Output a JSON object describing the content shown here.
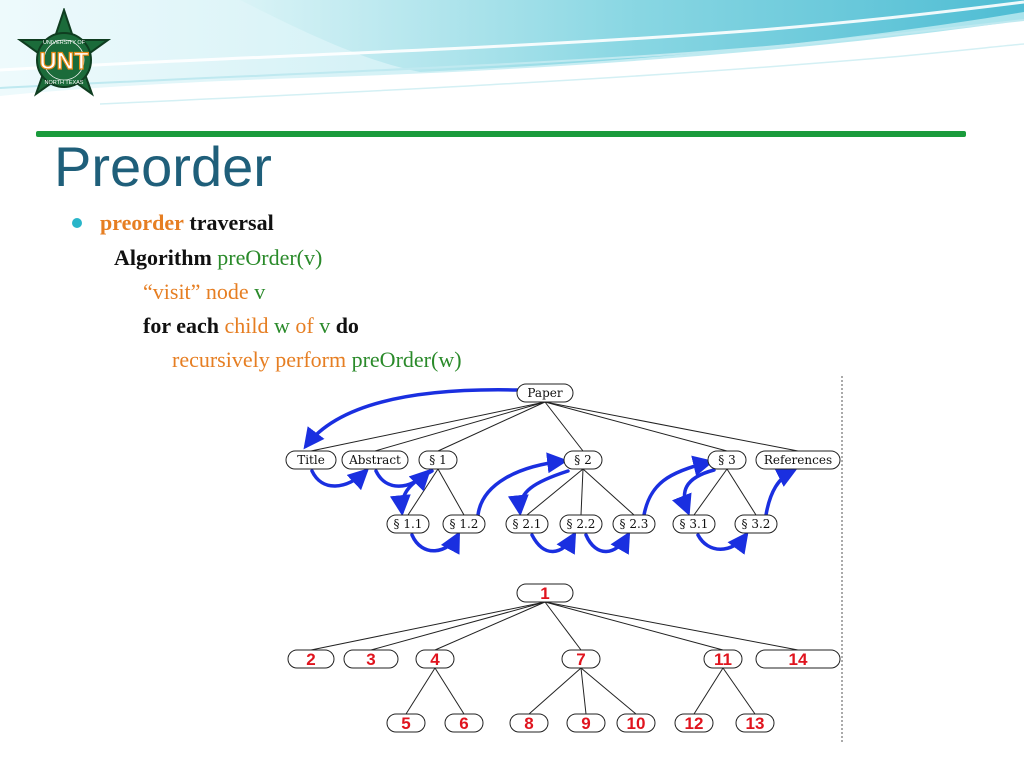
{
  "slide": {
    "title": "Preorder",
    "bullet": {
      "term": "preorder",
      "rest": "traversal"
    },
    "algorithm": {
      "keyword": "Algorithm",
      "signature": "preOrder(v)",
      "visit_text": "“visit” node",
      "visit_var": "v",
      "for_each": "for each",
      "child": "child",
      "w": "w",
      "of": "of",
      "v": "v",
      "do": "do",
      "recursive_text": "recursively perform",
      "recursive_call": "preOrder(w)"
    }
  },
  "logo": {
    "text": "UNT",
    "ring_top": "UNIVERSITY OF",
    "ring_bottom": "NORTH TEXAS"
  },
  "colors": {
    "title": "#1f5f7a",
    "rule": "#1a9b3c",
    "bullet": "#29b5c9",
    "keyword_orange": "#e67e22",
    "keyword_green": "#2a8a2a",
    "arrow_blue": "#1a2fe0",
    "number_red": "#e0141e"
  },
  "doc_tree": {
    "root": "Paper",
    "level1": [
      "Title",
      "Abstract",
      "§ 1",
      "§ 2",
      "§ 3",
      "References"
    ],
    "level2": [
      "§ 1.1",
      "§ 1.2",
      "§ 2.1",
      "§ 2.2",
      "§ 2.3",
      "§ 3.1",
      "§ 3.2"
    ]
  },
  "num_tree": {
    "root": "1",
    "level1": [
      "2",
      "3",
      "4",
      "7",
      "11",
      "14"
    ],
    "level2": [
      "5",
      "6",
      "8",
      "9",
      "10",
      "12",
      "13"
    ]
  }
}
